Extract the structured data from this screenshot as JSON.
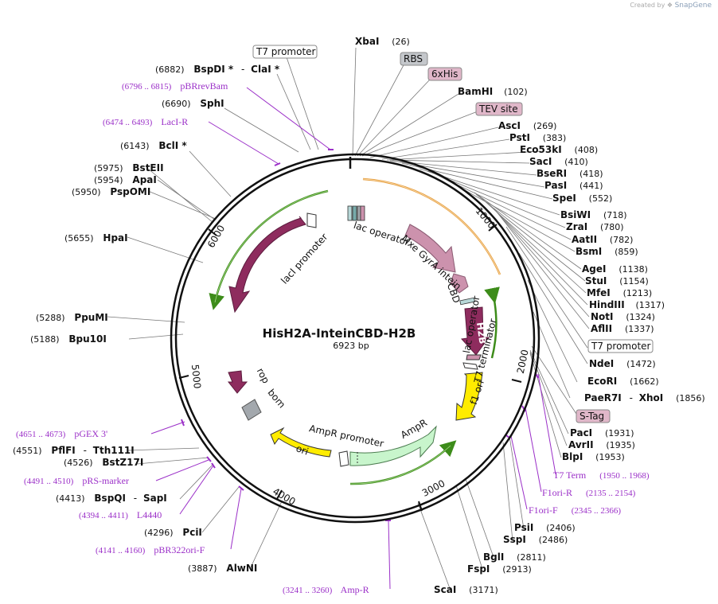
{
  "plasmid": {
    "name": "HisH2A-InteinCBD-H2B",
    "length_label": "6923 bp"
  },
  "credit": {
    "created_by": "Created by",
    "brand": "SnapGene"
  },
  "ticks": [
    "1000",
    "2000",
    "3000",
    "4000",
    "5000",
    "6000"
  ],
  "sites": [
    {
      "id": "bspdi",
      "pos": "(6882)",
      "name": "BspDI *",
      "name2": "ClaI *"
    },
    {
      "id": "xbai",
      "pos": "(26)",
      "name": "XbaI"
    },
    {
      "id": "bamhi",
      "pos": "(102)",
      "name": "BamHI"
    },
    {
      "id": "sphi",
      "pos": "(6690)",
      "name": "SphI"
    },
    {
      "id": "asci",
      "pos": "(269)",
      "name": "AscI"
    },
    {
      "id": "psti",
      "pos": "(383)",
      "name": "PstI"
    },
    {
      "id": "bcli",
      "pos": "(6143)",
      "name": "BclI *"
    },
    {
      "id": "eco53ki",
      "pos": "(408)",
      "name": "Eco53kI"
    },
    {
      "id": "saci",
      "pos": "(410)",
      "name": "SacI"
    },
    {
      "id": "bsteii",
      "pos": "(5975)",
      "name": "BstEII"
    },
    {
      "id": "bseri",
      "pos": "(418)",
      "name": "BseRI"
    },
    {
      "id": "apai",
      "pos": "(5954)",
      "name": "ApaI"
    },
    {
      "id": "pasi",
      "pos": "(441)",
      "name": "PasI"
    },
    {
      "id": "pspomi",
      "pos": "(5950)",
      "name": "PspOMI"
    },
    {
      "id": "spei",
      "pos": "(552)",
      "name": "SpeI"
    },
    {
      "id": "bsiwi",
      "pos": "(718)",
      "name": "BsiWI"
    },
    {
      "id": "zrai",
      "pos": "(780)",
      "name": "ZraI"
    },
    {
      "id": "hpai",
      "pos": "(5655)",
      "name": "HpaI"
    },
    {
      "id": "aatii",
      "pos": "(782)",
      "name": "AatII"
    },
    {
      "id": "bsmi",
      "pos": "(859)",
      "name": "BsmI"
    },
    {
      "id": "agei",
      "pos": "(1138)",
      "name": "AgeI"
    },
    {
      "id": "stui",
      "pos": "(1154)",
      "name": "StuI"
    },
    {
      "id": "mfei",
      "pos": "(1213)",
      "name": "MfeI"
    },
    {
      "id": "hindiii",
      "pos": "(1317)",
      "name": "HindIII"
    },
    {
      "id": "ppumi",
      "pos": "(5288)",
      "name": "PpuMI"
    },
    {
      "id": "noti",
      "pos": "(1324)",
      "name": "NotI"
    },
    {
      "id": "afiii",
      "pos": "(1337)",
      "name": "AflII"
    },
    {
      "id": "bpu10i",
      "pos": "(5188)",
      "name": "Bpu10I"
    },
    {
      "id": "ndei",
      "pos": "(1472)",
      "name": "NdeI"
    },
    {
      "id": "ecori",
      "pos": "(1662)",
      "name": "EcoRI"
    },
    {
      "id": "paer7i",
      "pos": "(1856)",
      "name": "PaeR7I",
      "name2": "XhoI"
    },
    {
      "id": "paci",
      "pos": "(1931)",
      "name": "PacI"
    },
    {
      "id": "pfifi",
      "pos": "(4551)",
      "name": "PflFI",
      "name2": "Tth111I"
    },
    {
      "id": "avrii",
      "pos": "(1935)",
      "name": "AvrII"
    },
    {
      "id": "bstz17i",
      "pos": "(4526)",
      "name": "BstZ17I"
    },
    {
      "id": "blpi",
      "pos": "(1953)",
      "name": "BlpI"
    },
    {
      "id": "bspqi",
      "pos": "(4413)",
      "name": "BspQI",
      "name2": "SapI"
    },
    {
      "id": "pcii",
      "pos": "(4296)",
      "name": "PciI"
    },
    {
      "id": "psii",
      "pos": "(2406)",
      "name": "PsiI"
    },
    {
      "id": "sspi",
      "pos": "(2486)",
      "name": "SspI"
    },
    {
      "id": "bgli",
      "pos": "(2811)",
      "name": "BglI"
    },
    {
      "id": "alwni",
      "pos": "(3887)",
      "name": "AlwNI"
    },
    {
      "id": "fspi",
      "pos": "(2913)",
      "name": "FspI"
    },
    {
      "id": "scai",
      "pos": "(3171)",
      "name": "ScaI"
    }
  ],
  "primers": [
    {
      "id": "pbrrevbam",
      "range": "(6796 .. 6815)",
      "name": "pBRrevBam"
    },
    {
      "id": "laci-r",
      "range": "(6474 .. 6493)",
      "name": "LacI-R"
    },
    {
      "id": "pgex3",
      "range": "(4651 .. 4673)",
      "name": "pGEX 3'"
    },
    {
      "id": "prs-marker",
      "range": "(4491 .. 4510)",
      "name": "pRS-marker"
    },
    {
      "id": "l4440",
      "range": "(4394 .. 4411)",
      "name": "L4440"
    },
    {
      "id": "pbr322ori-f",
      "range": "(4141 .. 4160)",
      "name": "pBR322ori-F"
    },
    {
      "id": "amp-r",
      "range": "(3241 .. 3260)",
      "name": "Amp-R"
    },
    {
      "id": "t7term",
      "range": "(1950 .. 1968)",
      "name": "T7 Term"
    },
    {
      "id": "f1ori-r",
      "range": "(2135 .. 2154)",
      "name": "F1ori-R"
    },
    {
      "id": "f1ori-f",
      "range": "(2345 .. 2366)",
      "name": "F1ori-F"
    }
  ],
  "boxed": {
    "t7_promoter_top": "T7 promoter",
    "rbs": "RBS",
    "his6": "6xHis",
    "tev": "TEV site",
    "t7_promoter_right": "T7 promoter",
    "stag": "S-Tag"
  },
  "features": {
    "laci": "lacI",
    "laci_promoter": "lacI promoter",
    "lac_operator_top": "lac operator",
    "mxe": "Mxe GyrA intein",
    "cbd": "CBD",
    "h2b": "H2B",
    "lac_operator_right": "lac operator",
    "t7_terminator": "T7 terminator",
    "f1ori": "f1 ori",
    "rop": "rop",
    "bom": "bom",
    "ampr": "AmpR",
    "ampr_promoter": "AmpR promoter",
    "ori": "ori"
  },
  "colors": {
    "backbone": "#111111",
    "laci": "#8e2c5e",
    "mxe": "#cc92ad",
    "ampr": "#c8f5cc",
    "ori": "#ffec00",
    "orf_green": "#3d8c1a",
    "orf_orange": "#e59d3c",
    "primer": "#9b30c8",
    "grey_feature": "#a3a8ad"
  }
}
